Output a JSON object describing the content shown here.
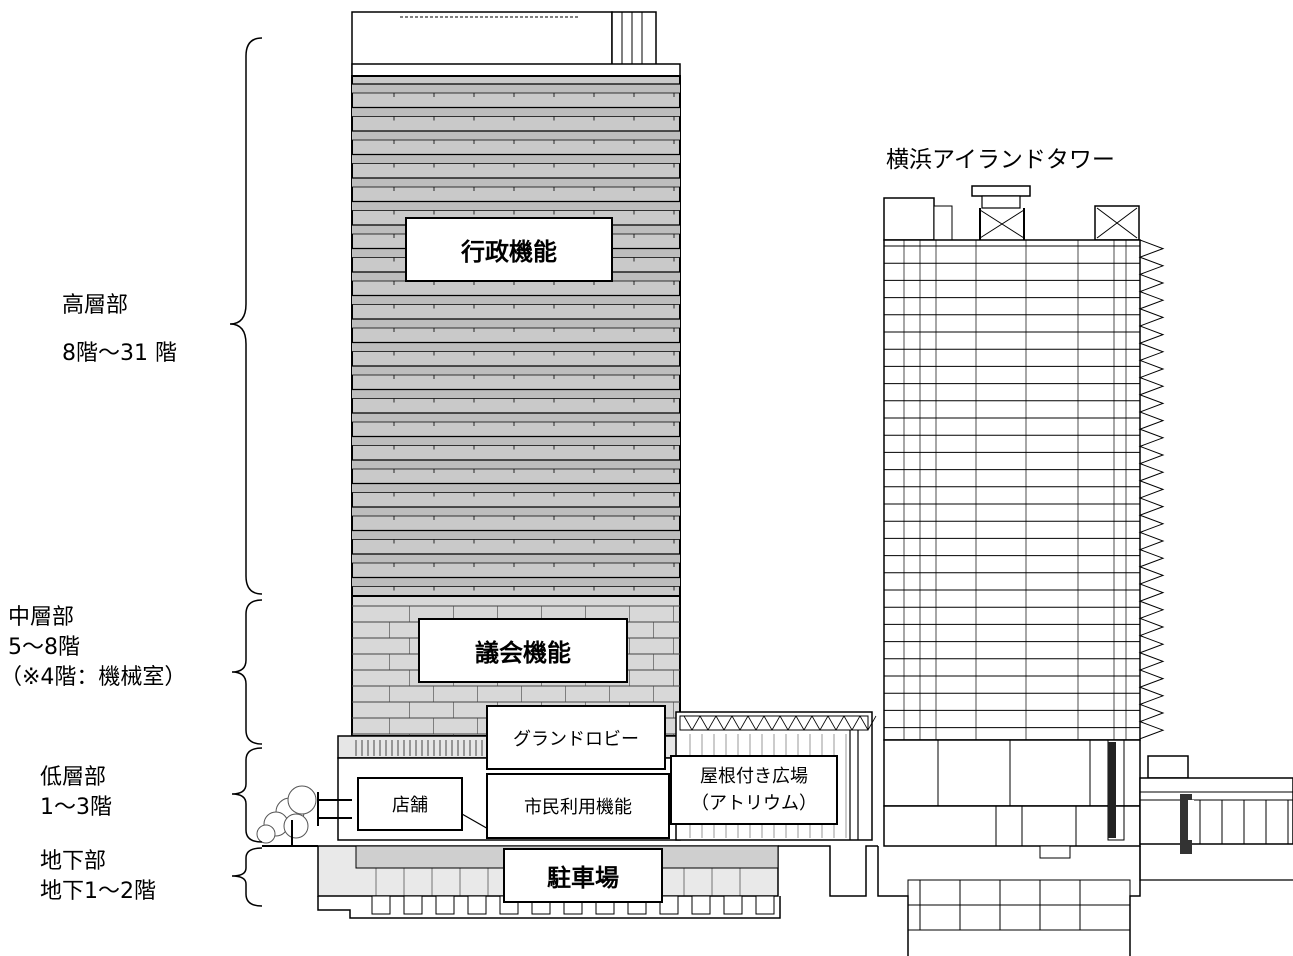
{
  "tower_label": "横浜アイランドタワー",
  "floors": {
    "high": {
      "title": "高層部",
      "range": "8階～31 階"
    },
    "mid": {
      "title": "中層部",
      "range": "5～8階",
      "note": "（※4階：機械室）"
    },
    "low": {
      "title": "低層部",
      "range": "1～3階"
    },
    "underground": {
      "title": "地下部",
      "range": "地下1～2階"
    }
  },
  "functions": {
    "admin": "行政機能",
    "assembly": "議会機能",
    "lobby": "グランドロビー",
    "shop": "店舗",
    "citizen": "市民利用機能",
    "atrium_line1": "屋根付き広場",
    "atrium_line2": "（アトリウム）",
    "parking": "駐車場"
  }
}
